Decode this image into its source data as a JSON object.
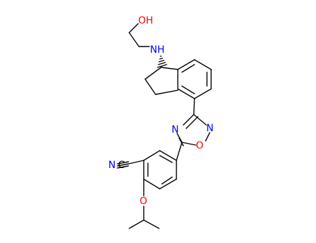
{
  "atoms": {
    "hydroxyl": "OH",
    "amine": "NH",
    "oxadiazole_n_right": "N",
    "oxadiazole_n_left": "N",
    "oxadiazole_o": "O",
    "nitrile_n": "N",
    "nitrile_c": "C",
    "ether_o": "O"
  },
  "colors": {
    "bond": "#000000",
    "oxygen": "#ff0000",
    "nitrogen": "#0000ff",
    "carbon": "#000000"
  }
}
